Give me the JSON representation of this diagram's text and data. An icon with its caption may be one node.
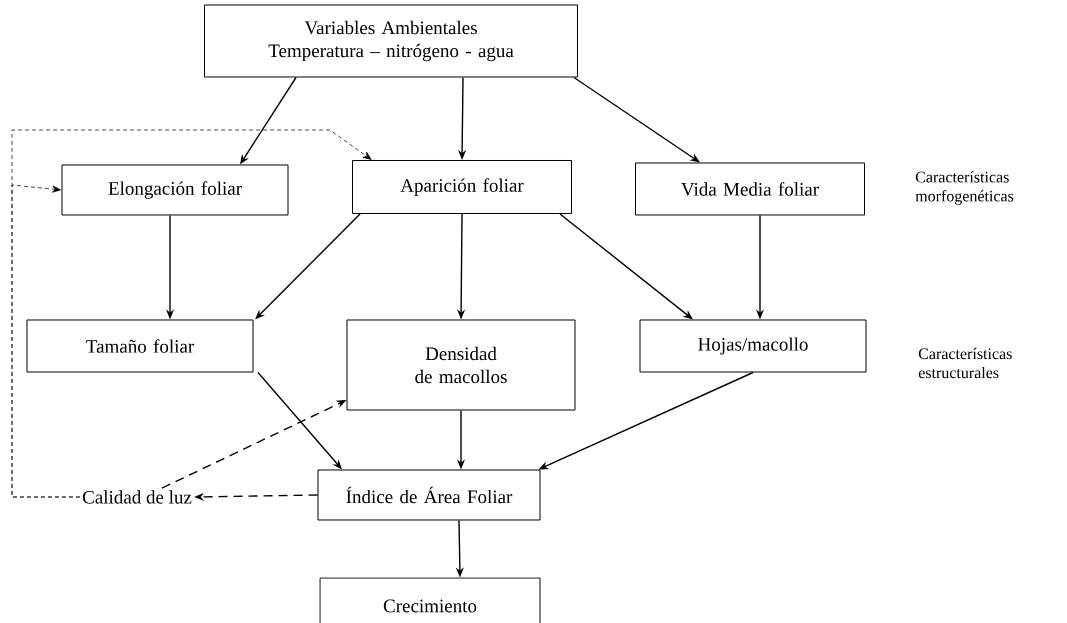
{
  "diagram": {
    "nodes": [
      {
        "text": [
          "Variables Ambientales",
          "Temperatura – nitrógeno - agua"
        ]
      },
      {
        "text": [
          "Elongación foliar"
        ]
      },
      {
        "text": [
          "Aparición foliar"
        ]
      },
      {
        "text": [
          "Vida Media foliar"
        ]
      },
      {
        "text": [
          "Tamaño foliar"
        ]
      },
      {
        "text": [
          "Densidad de macollos"
        ]
      },
      {
        "text": [
          "Hojas/macollo"
        ]
      },
      {
        "text": [
          "Índice de Área Foliar"
        ]
      },
      {
        "text": [
          "Crecimiento"
        ]
      },
      {
        "text": [
          "Calidad de luz"
        ]
      }
    ],
    "edges": [
      {
        "from": 0,
        "to": 1,
        "arrow": "to"
      },
      {
        "from": 0,
        "to": 2,
        "arrow": "to"
      },
      {
        "from": 0,
        "to": 3,
        "arrow": "to"
      },
      {
        "from": 1,
        "to": 4,
        "arrow": "to"
      },
      {
        "from": 2,
        "to": 4,
        "arrow": "to"
      },
      {
        "from": 2,
        "to": 5,
        "arrow": "to"
      },
      {
        "from": 2,
        "to": 6,
        "arrow": "to"
      },
      {
        "from": 3,
        "to": 6,
        "arrow": "to"
      },
      {
        "from": 4,
        "to": 7,
        "arrow": "to"
      },
      {
        "from": 5,
        "to": 7,
        "arrow": "to"
      },
      {
        "from": 6,
        "to": 7,
        "arrow": "to"
      },
      {
        "from": 7,
        "to": 8,
        "arrow": "to"
      },
      {
        "from": 7,
        "to": 9,
        "arrow": "to",
        "style": "dashed"
      },
      {
        "from": 9,
        "to": 5,
        "arrow": "to",
        "style": "dashed"
      },
      {
        "from": 9,
        "to": 1,
        "arrow": "to",
        "style": "dashed"
      },
      {
        "from": 9,
        "to": 2,
        "arrow": "to",
        "style": "dashed"
      }
    ],
    "labels": [
      "Características morfogenéticas",
      "Características estructurales"
    ]
  }
}
